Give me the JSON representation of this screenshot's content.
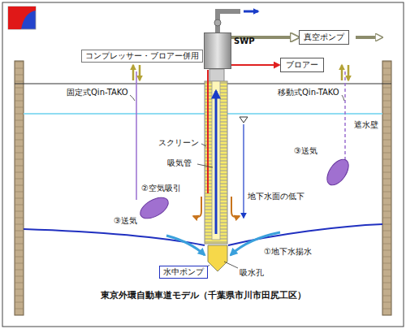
{
  "diagram": {
    "caption": "東京外環自動車道モデル（千葉県市川市田尻工区）",
    "nodes": [
      {
        "text": [
          "コンプレッサー・ブロアー併用"
        ]
      },
      {
        "text": [
          "SWP"
        ]
      },
      {
        "text": [
          "真空ポンプ"
        ]
      },
      {
        "text": [
          "ブロアー"
        ]
      },
      {
        "text": [
          "水中ポンプ"
        ]
      }
    ],
    "edges": [
      {
        "from": 1,
        "to": 2,
        "arrow": "to"
      },
      {
        "from": 1,
        "to": 3,
        "arrow": "to"
      }
    ],
    "labels": [
      "固定式Qin-TAKO",
      "移動式Qin-TAKO",
      "遮水壁",
      "スクリーン",
      "吸気管",
      "②空気吸引",
      "③送気",
      "③送気",
      "地下水面の低下",
      "①地下水揚水",
      "吸水孔"
    ]
  }
}
